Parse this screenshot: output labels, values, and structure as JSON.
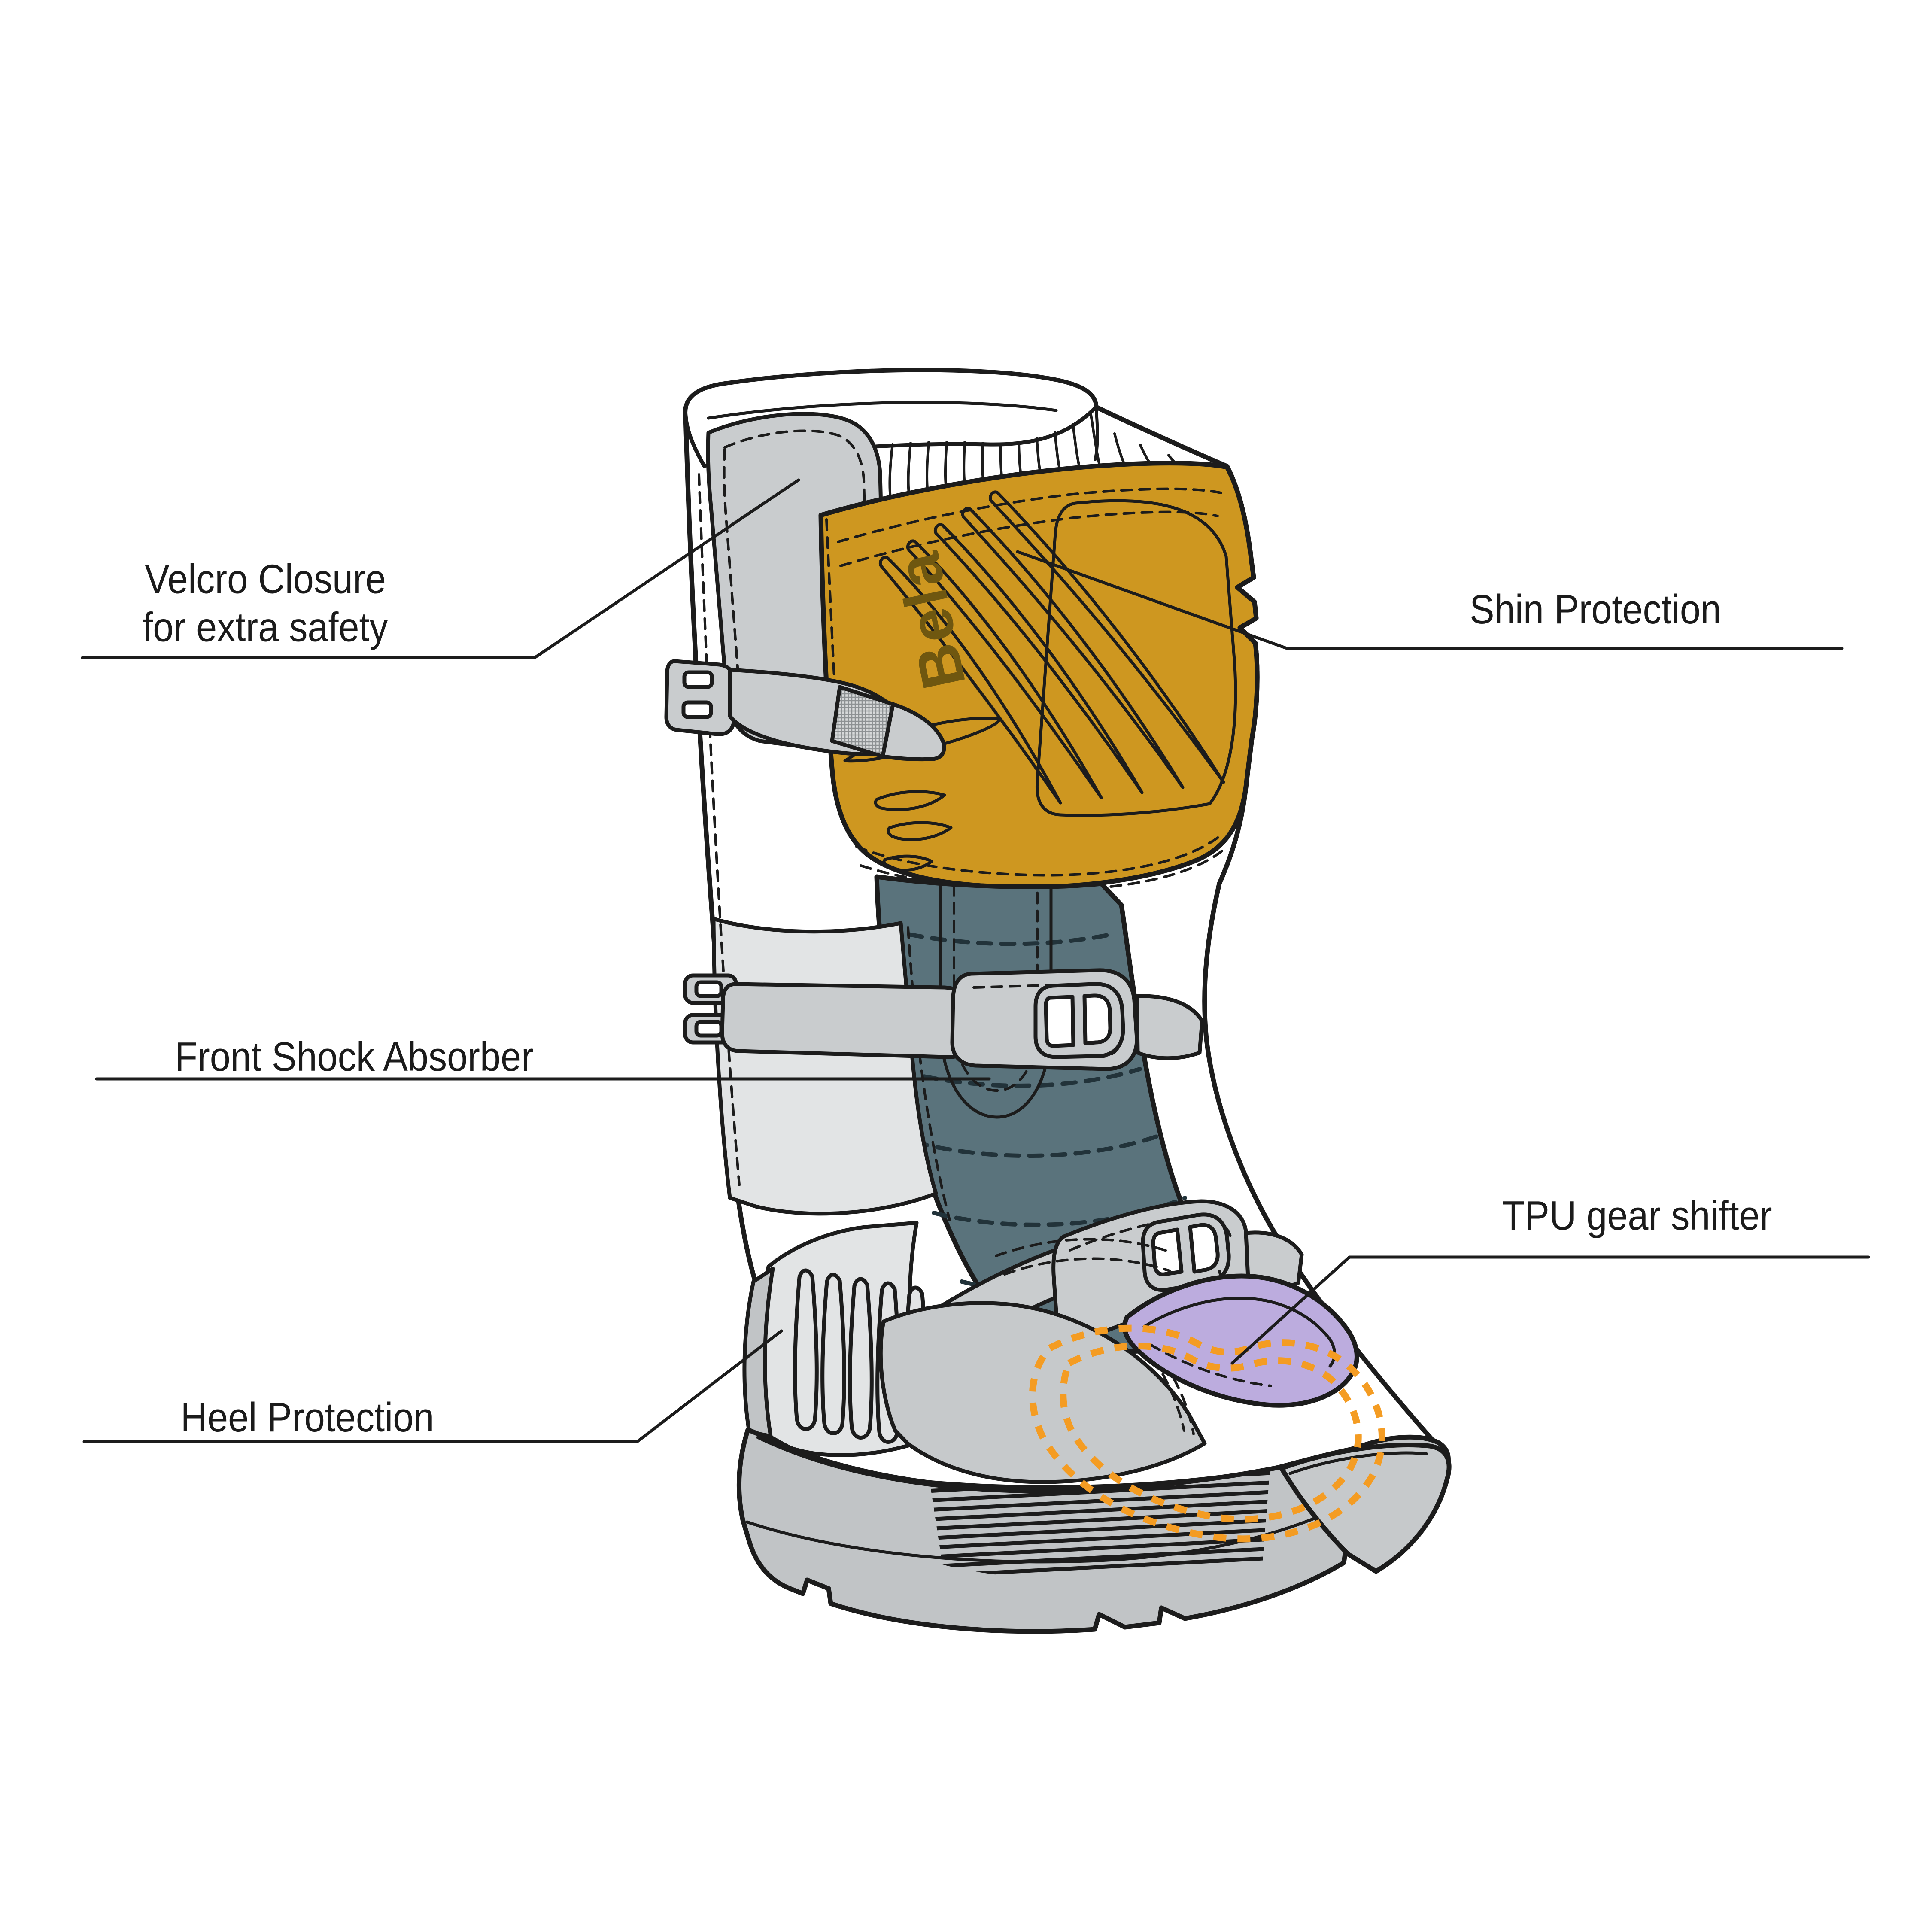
{
  "figure": {
    "kind": "annotated-product-diagram",
    "subject": "adventure motorcycle boot, outer side view"
  },
  "boot": {
    "brand": "Bela"
  },
  "labels": {
    "velcro_line1": "Velcro Closure",
    "velcro_line2": "for extra safety",
    "shin": "Shin Protection",
    "front_shock": "Front Shock Absorber",
    "heel": "Heel Protection",
    "tpu": "TPU gear shifter"
  },
  "colors": {
    "shin_plate": "#ce9720",
    "shin_plate_logo": "#6f5710",
    "shock_absorber": "#5a737c",
    "tpu_patch": "#bcacde",
    "toe_outline_dots": "#f49c23",
    "hardware_gray": "#c9ccce",
    "panel_light_gray": "#e2e4e5",
    "sole_gray": "#c1c4c6",
    "outline": "#1c1c1c"
  }
}
